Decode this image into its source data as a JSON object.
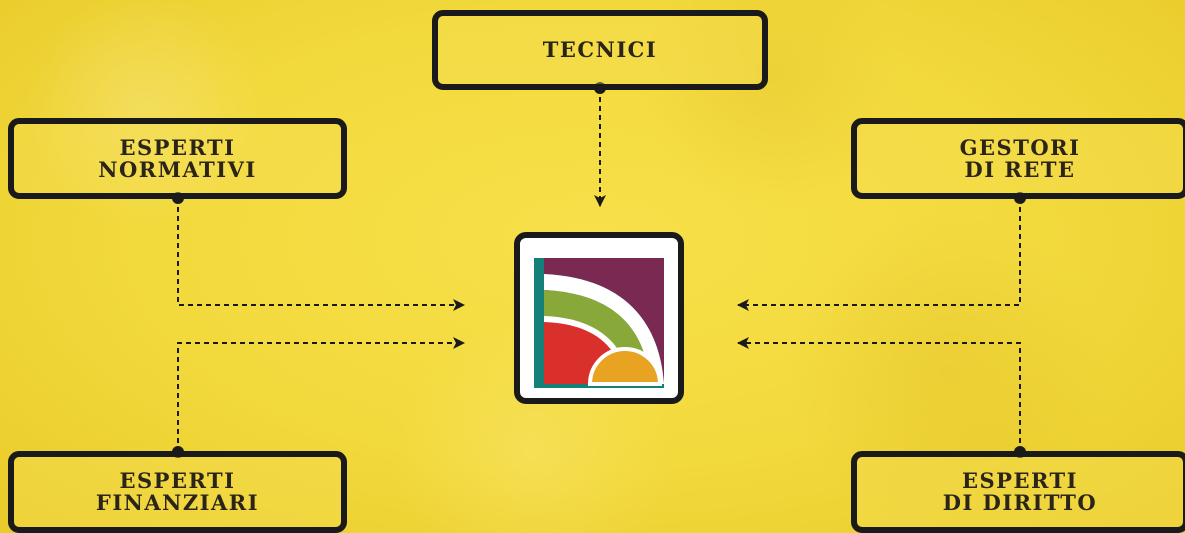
{
  "nodes": {
    "tecnici": {
      "lines": [
        "TECNICI"
      ]
    },
    "esperti_normativi": {
      "lines": [
        "ESPERTI",
        "NORMATIVI"
      ]
    },
    "gestori_di_rete": {
      "lines": [
        "GESTORI",
        "DI RETE"
      ]
    },
    "esperti_finanziari": {
      "lines": [
        "ESPERTI",
        "FINANZIARI"
      ]
    },
    "esperti_di_diritto": {
      "lines": [
        "ESPERTI",
        "DI DIRITTO"
      ]
    }
  },
  "colors": {
    "background": "#f2d93c",
    "border": "#1a1a1a",
    "text": "#2b2419",
    "logo_purple": "#7a2a52",
    "logo_teal": "#138079",
    "logo_green": "#89a83a",
    "logo_red": "#d9302b",
    "logo_orange": "#e9a323"
  },
  "logo": {
    "icon": "logo-icon"
  }
}
